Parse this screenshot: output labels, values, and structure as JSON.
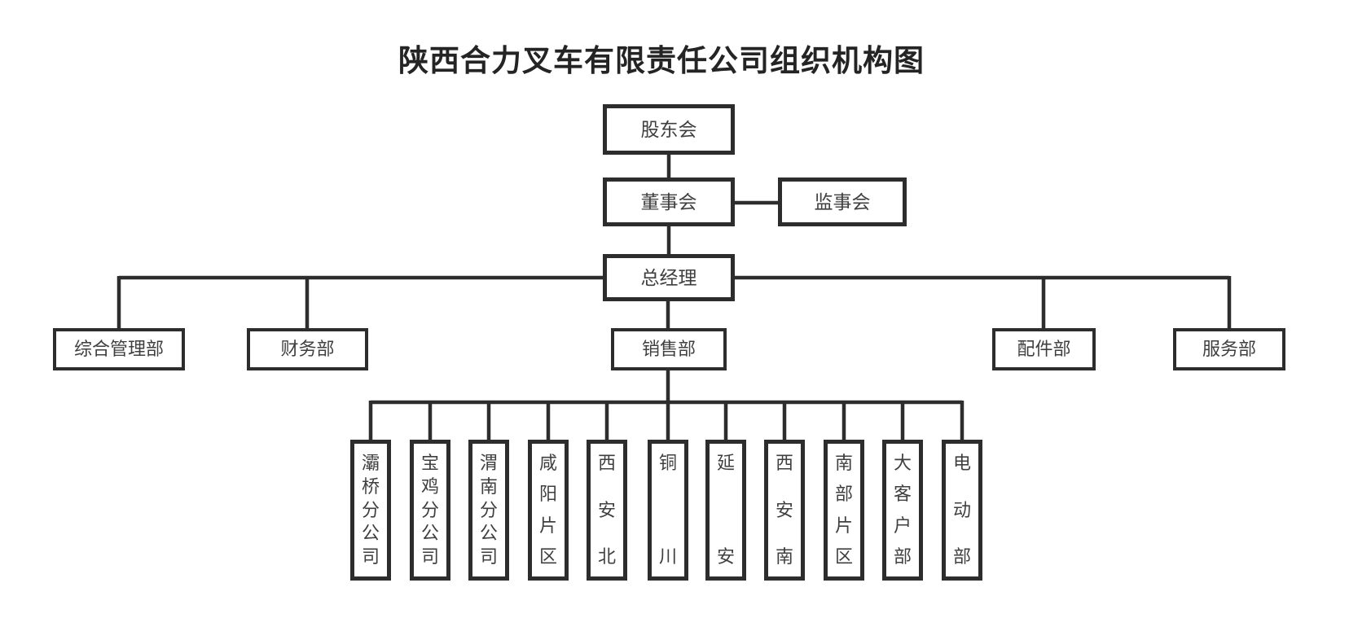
{
  "title": "陕西合力叉车有限责任公司组织机构图",
  "nodes": {
    "shareholders": {
      "label": "股东会"
    },
    "board": {
      "label": "董事会"
    },
    "supervisors": {
      "label": "监事会"
    },
    "general_manager": {
      "label": "总经理"
    },
    "departments": [
      {
        "label": "综合管理部"
      },
      {
        "label": "财务部"
      },
      {
        "label": "销售部"
      },
      {
        "label": "配件部"
      },
      {
        "label": "服务部"
      }
    ],
    "sales_branches": [
      {
        "label": "灞桥分公司"
      },
      {
        "label": "宝鸡分公司"
      },
      {
        "label": "渭南分公司"
      },
      {
        "label": "咸阳片区"
      },
      {
        "label": "西安北"
      },
      {
        "label": "铜川"
      },
      {
        "label": "延安"
      },
      {
        "label": "西安南"
      },
      {
        "label": "南部片区"
      },
      {
        "label": "大客户部"
      },
      {
        "label": "电动部"
      }
    ]
  },
  "colors": {
    "line": "#2d2d2d",
    "box_text": "#3f3f3f",
    "title_text": "#242424",
    "background": "#ffffff"
  }
}
